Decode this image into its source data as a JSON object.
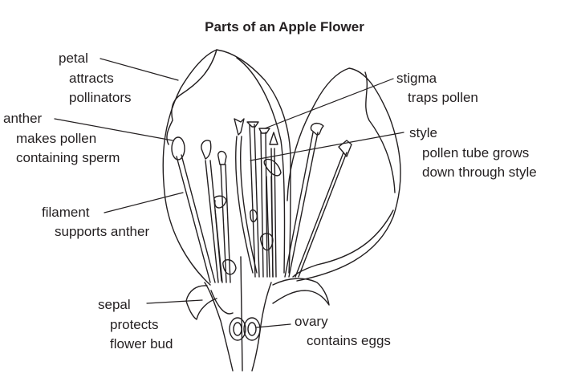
{
  "title": "Parts of an Apple Flower",
  "labels": {
    "petal": {
      "name": "petal",
      "desc": [
        "attracts",
        "pollinators"
      ]
    },
    "anther": {
      "name": "anther",
      "desc": [
        "makes pollen",
        "containing sperm"
      ]
    },
    "filament": {
      "name": "filament",
      "desc": [
        "supports anther"
      ]
    },
    "sepal": {
      "name": "sepal",
      "desc": [
        "protects",
        "flower bud"
      ]
    },
    "stigma": {
      "name": "stigma",
      "desc": [
        "traps pollen"
      ]
    },
    "style": {
      "name": "style",
      "desc": [
        "pollen tube grows",
        "down through style"
      ]
    },
    "ovary": {
      "name": "ovary",
      "desc": [
        "contains eggs"
      ]
    }
  }
}
